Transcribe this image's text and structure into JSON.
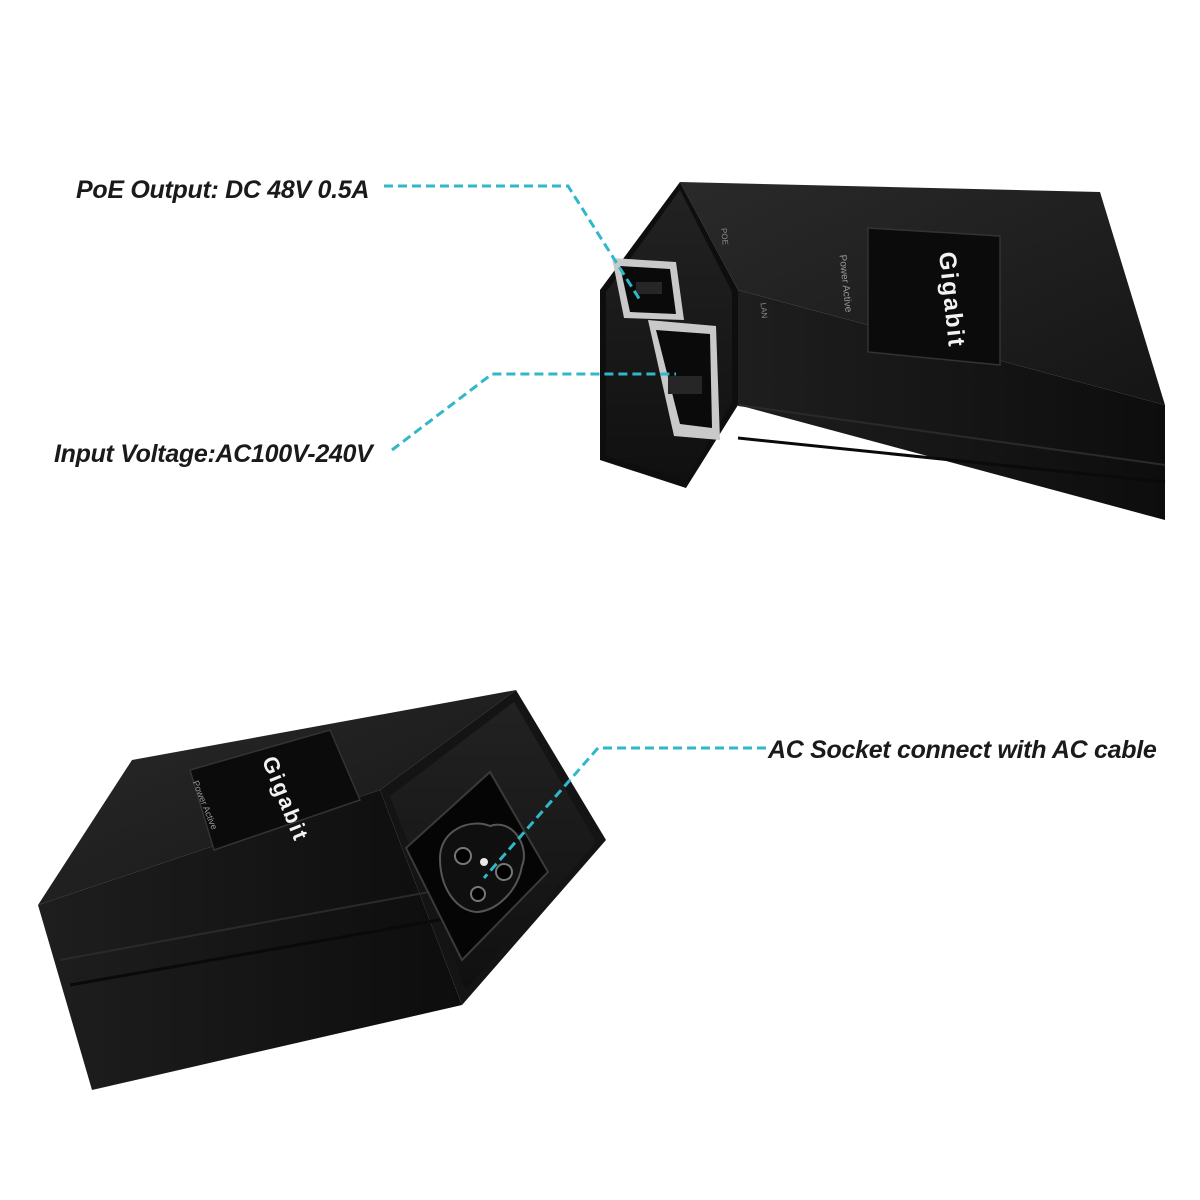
{
  "callouts": {
    "poe_output": "PoE Output: DC 48V 0.5A",
    "input_voltage": "Input Voltage:AC100V-240V",
    "ac_socket": "AC Socket connect with AC cable"
  },
  "device_labels": {
    "brand": "Gigabit",
    "led_label": "Power Active",
    "port_poe": "POE",
    "port_lan": "LAN"
  },
  "colors": {
    "leader_line": "#2fb8c9",
    "device_body": "#1c1c1c",
    "background": "#ffffff"
  }
}
